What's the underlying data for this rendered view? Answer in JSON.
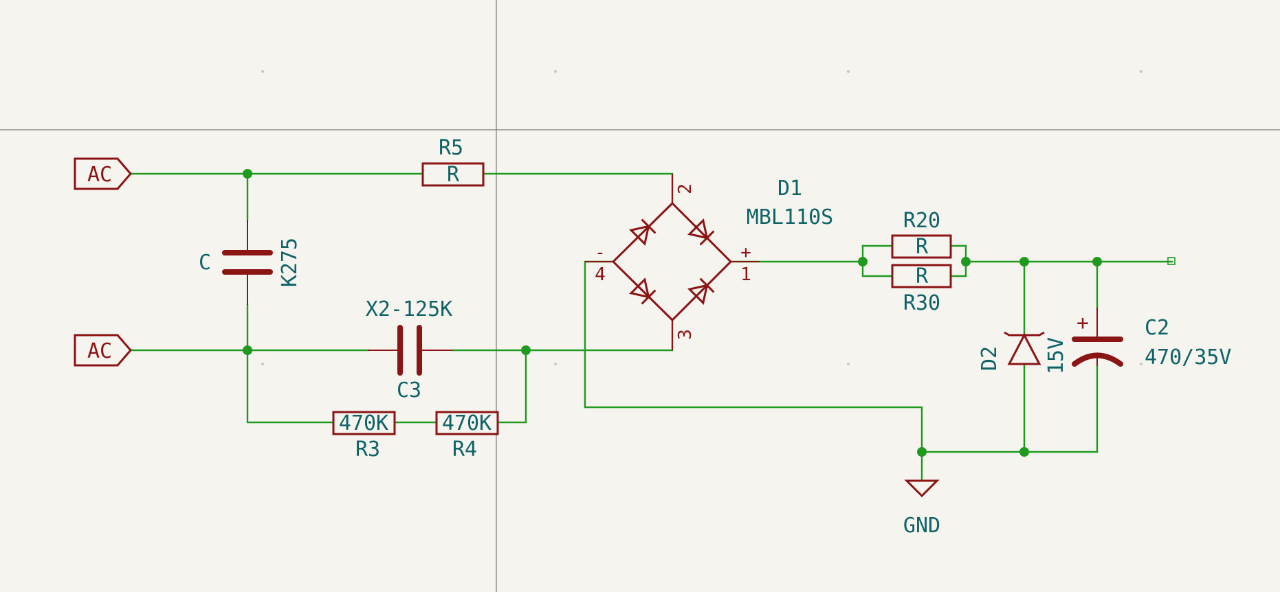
{
  "schematic": {
    "colors": {
      "wire": "#1f9a1f",
      "symbol": "#8b1414",
      "text": "#0f6366",
      "background": "#f5f4ef"
    },
    "labels": {
      "ac_top": "AC",
      "ac_bottom": "AC",
      "gnd": "GND"
    },
    "components": {
      "r5": {
        "ref": "R5",
        "value": "R"
      },
      "c": {
        "ref": "C",
        "value": "K275"
      },
      "c3": {
        "ref": "C3",
        "value": "X2-125K"
      },
      "r3": {
        "ref": "R3",
        "value": "470K"
      },
      "r4": {
        "ref": "R4",
        "value": "470K"
      },
      "d1": {
        "ref": "D1",
        "value": "MBL110S",
        "pins": {
          "p1": "1",
          "p2": "2",
          "p3": "3",
          "p4": "4",
          "plus": "+",
          "minus": "-"
        }
      },
      "r20": {
        "ref": "R20",
        "value": "R"
      },
      "r30": {
        "ref": "R30",
        "value": "R"
      },
      "d2": {
        "ref": "D2",
        "value": "15V"
      },
      "c2": {
        "ref": "C2",
        "value": "470/35V",
        "polarity": "+"
      }
    }
  }
}
